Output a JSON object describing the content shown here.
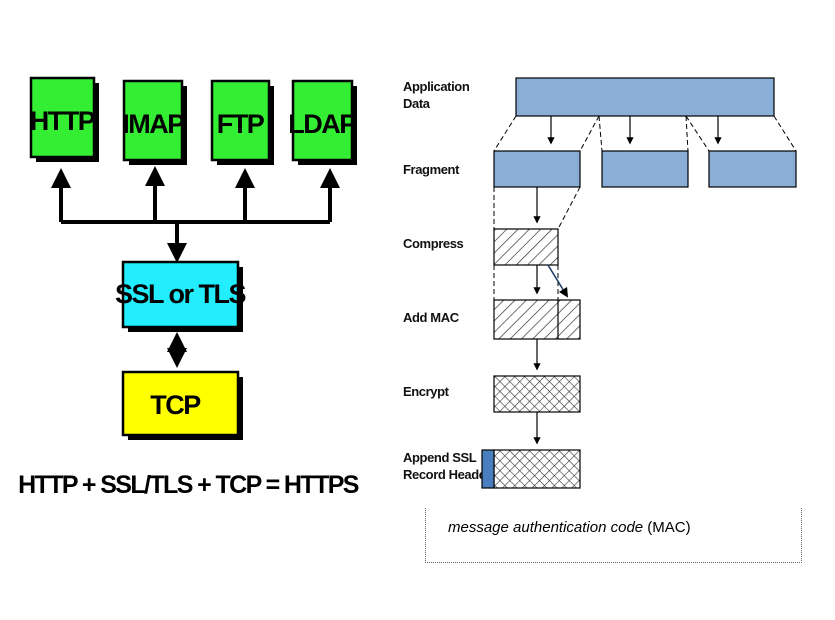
{
  "left_diagram": {
    "protocols": [
      "HTTP",
      "IMAP",
      "FTP",
      "LDAP"
    ],
    "security_layer": "SSL or TLS",
    "transport_layer": "TCP",
    "equation": "HTTP + SSL/TLS + TCP = HTTPS",
    "colors": {
      "protocol_box": "#33ee33",
      "security_box": "#22eeff",
      "transport_box": "#ffff00"
    }
  },
  "right_diagram": {
    "stages": [
      {
        "label_lines": [
          "Application",
          "Data"
        ],
        "pattern": "solid"
      },
      {
        "label_lines": [
          "Fragment"
        ],
        "pattern": "solid"
      },
      {
        "label_lines": [
          "Compress"
        ],
        "pattern": "diagonal-hatch"
      },
      {
        "label_lines": [
          "Add MAC"
        ],
        "pattern": "diagonal-hatch"
      },
      {
        "label_lines": [
          "Encrypt"
        ],
        "pattern": "cross-hatch"
      },
      {
        "label_lines": [
          "Append SSL",
          "Record Header"
        ],
        "pattern": "cross-hatch"
      }
    ],
    "colors": {
      "data_block": "#8aaed6",
      "header_block": "#4a7fbf",
      "hatch_stroke": "#333333"
    }
  },
  "note": {
    "italic_text": "message authentication code",
    "plain_text": " (MAC)"
  }
}
